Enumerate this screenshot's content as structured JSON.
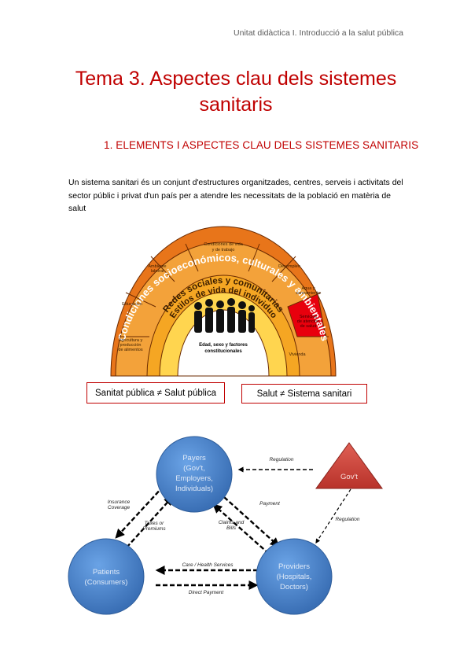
{
  "header": {
    "note": "Unitat didàctica I. Introducció a la salut pública"
  },
  "title": {
    "line1": "Tema 3. Aspectes clau dels sistemes",
    "line2": "sanitaris"
  },
  "section": {
    "heading": "1.  ELEMENTS I ASPECTES CLAU DELS SISTEMES SANITARIS"
  },
  "paragraph": "Un sistema sanitari és un conjunt d'estructures organitzades, centres, serveis i activitats del sector públic i privat d'un país per a atendre les necessitats de la població en matèria de salut",
  "determinants_figure": {
    "outer_arc": "Condiciones socioeconómicos, culturales y ambientales",
    "middle_arc": "Redes sociales y comunitarias",
    "inner_arc": "Estilos de vida del individuo",
    "core": [
      "Edad, sexo y factores",
      "constitucionales"
    ],
    "living_conditions": [
      "Condiciones de vida",
      "y de trabajo"
    ],
    "segments": {
      "agricultura": [
        "Agricultura y",
        "producción",
        "de alimentos"
      ],
      "educacion": "Educación",
      "ambiente": [
        "Ambiente",
        "laboral"
      ],
      "desempleo": "Desempleo",
      "agua": [
        "Agua y",
        "saneamiento"
      ],
      "servicios": [
        "Servicios",
        "de atención",
        "de salud"
      ],
      "vivienda": "Vivienda"
    },
    "colors": {
      "outer": "#e8751a",
      "middle": "#f5a623",
      "inner": "#ffd54f",
      "highlight": "#e8000d"
    }
  },
  "labels": {
    "left": "Sanitat pública ≠ Salut pública",
    "right": "Salut ≠ Sistema  sanitari"
  },
  "flow_diagram": {
    "payers": [
      "Payers",
      "(Gov't,",
      "Employers,",
      "Individuals)"
    ],
    "patients": [
      "Patients",
      "(Consumers)"
    ],
    "providers": [
      "Providers",
      "(Hospitals,",
      "Doctors)"
    ],
    "govt": "Gov't",
    "regulation_top": "Regulation",
    "regulation_right": "Regulation",
    "payment": "Payment",
    "claims": [
      "Claims and",
      "Bills"
    ],
    "insurance": [
      "Insurance",
      "Coverage"
    ],
    "taxes": [
      "Taxes or",
      "Premiums"
    ],
    "care": "Care / Health Services",
    "direct_payment": "Direct Payment",
    "colors": {
      "node": "#4a86d0",
      "govt": "#c0392b"
    }
  }
}
